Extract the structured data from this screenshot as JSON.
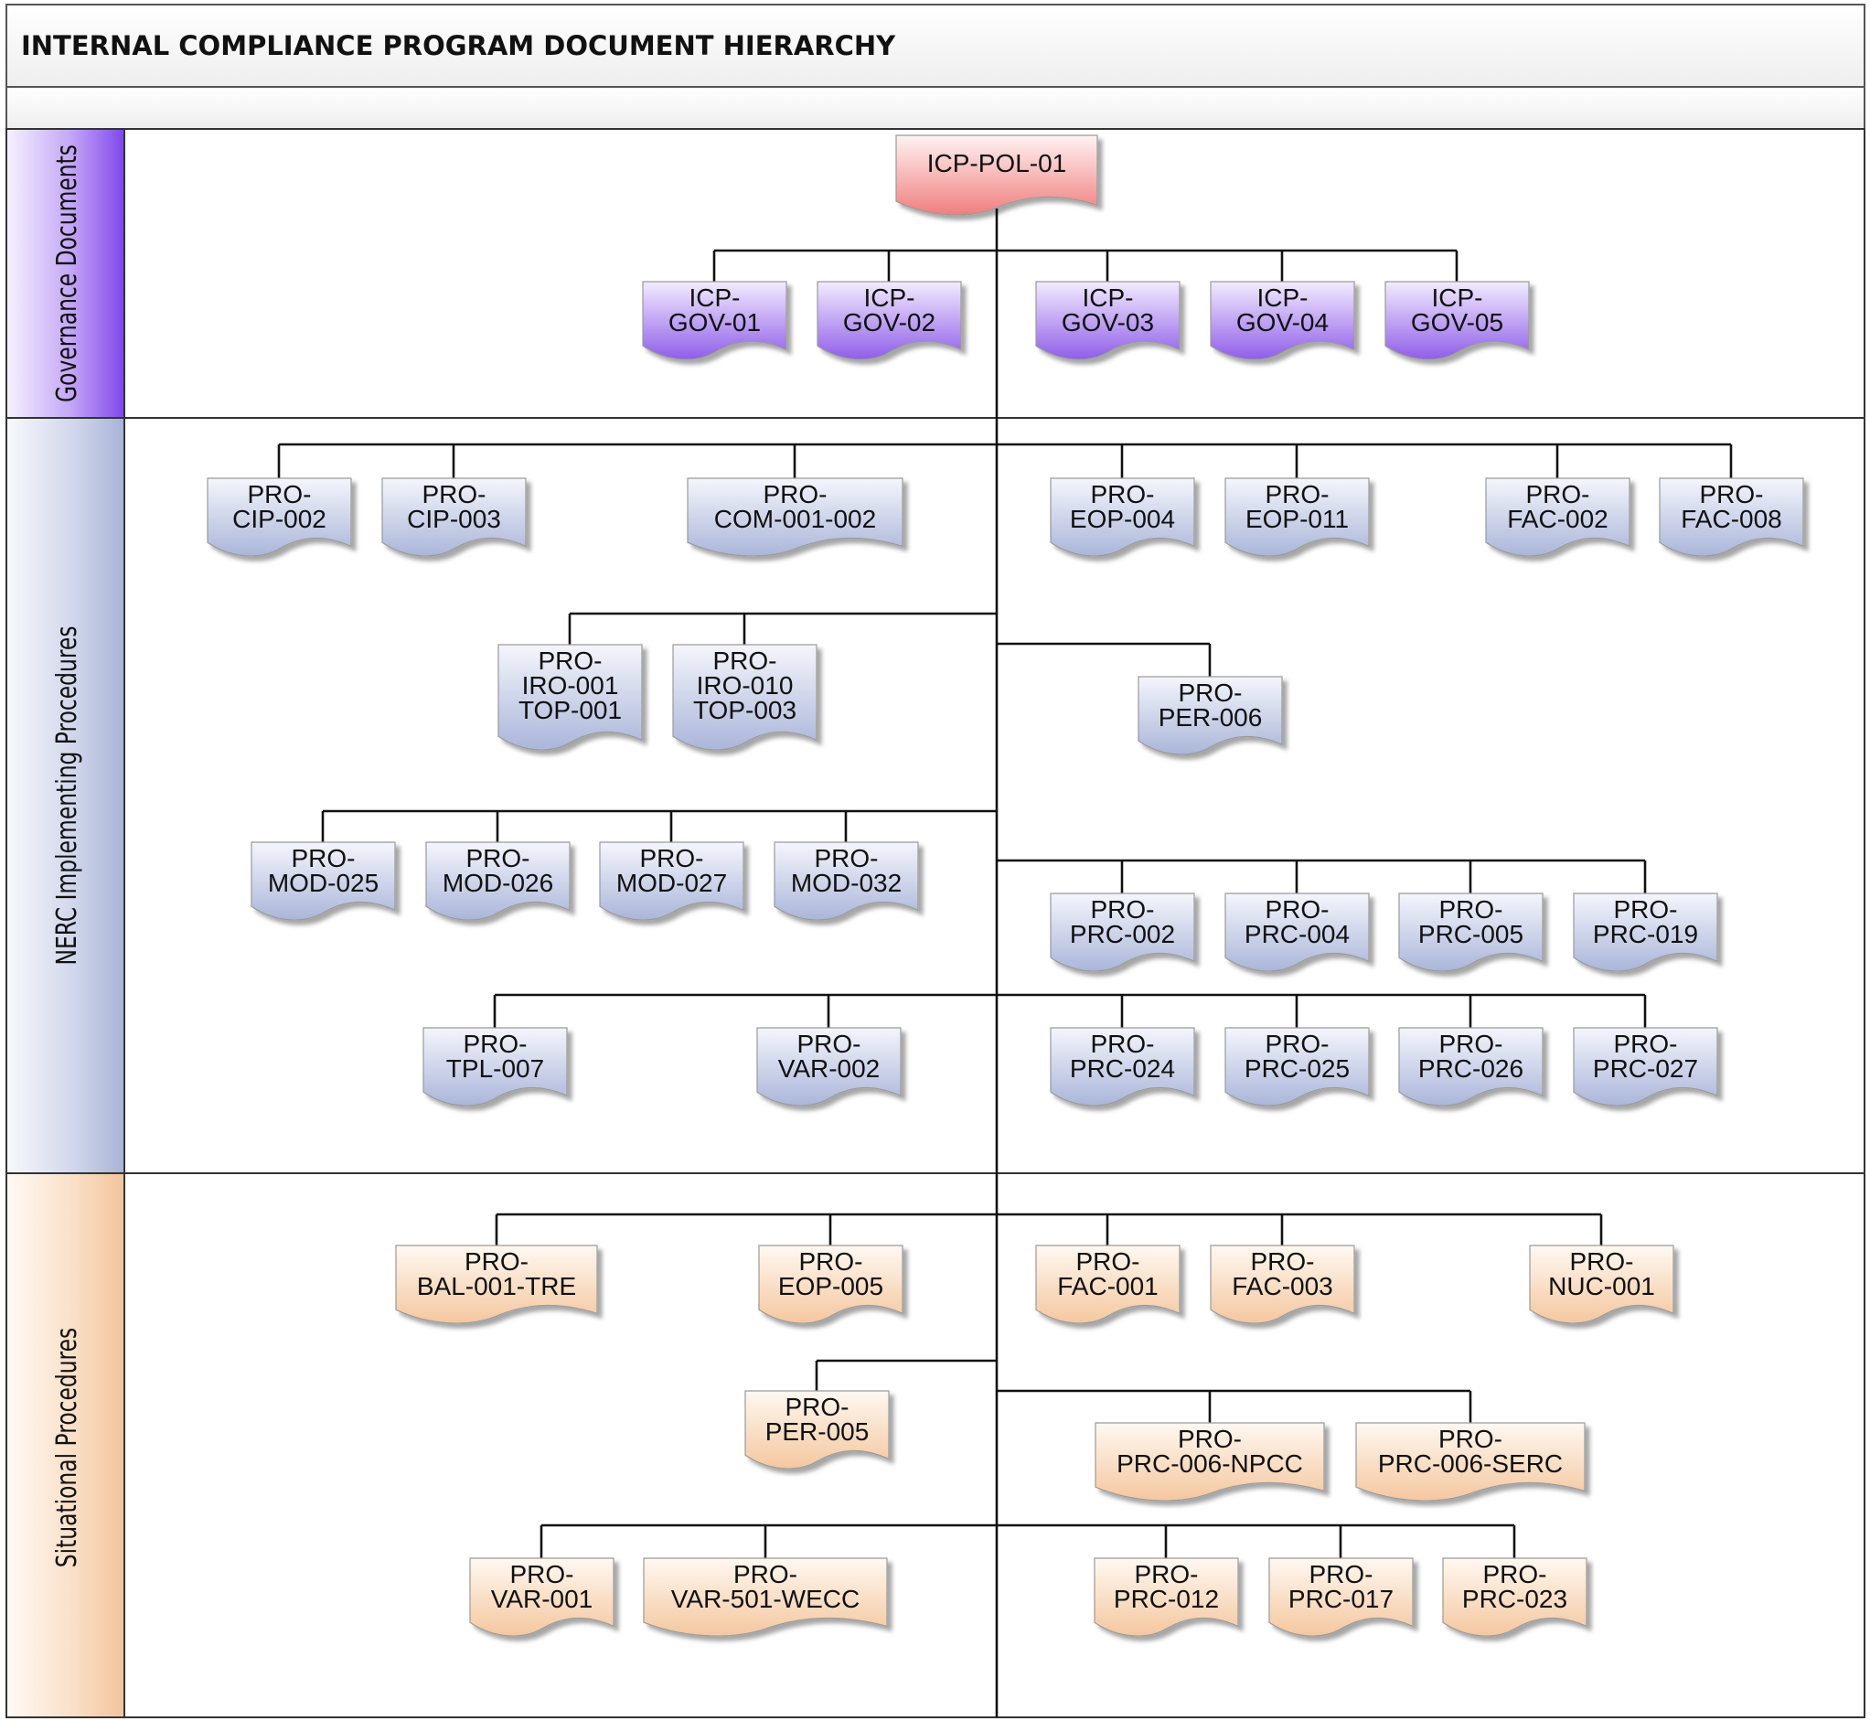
{
  "title": "INTERNAL COMPLIANCE PROGRAM DOCUMENT HIERARCHY",
  "colors": {
    "root": "#f28d8d",
    "governance": "#9966ee",
    "nerc": "#b4bedd",
    "situational": "#f6cda8",
    "line": "#111111"
  },
  "lanes": [
    {
      "id": "governance",
      "label": "Governance Documents"
    },
    {
      "id": "nerc",
      "label": "NERC Implementing Procedures"
    },
    {
      "id": "situational",
      "label": "Situational Procedures"
    }
  ],
  "documents": [
    {
      "id": "root",
      "lane": "root",
      "lines": [
        "ICP-POL-01"
      ]
    },
    {
      "id": "gov01",
      "lane": "governance",
      "lines": [
        "ICP-",
        "GOV-01"
      ]
    },
    {
      "id": "gov02",
      "lane": "governance",
      "lines": [
        "ICP-",
        "GOV-02"
      ]
    },
    {
      "id": "gov03",
      "lane": "governance",
      "lines": [
        "ICP-",
        "GOV-03"
      ]
    },
    {
      "id": "gov04",
      "lane": "governance",
      "lines": [
        "ICP-",
        "GOV-04"
      ]
    },
    {
      "id": "gov05",
      "lane": "governance",
      "lines": [
        "ICP-",
        "GOV-05"
      ]
    },
    {
      "id": "cip002",
      "lane": "nerc",
      "lines": [
        "PRO-",
        "CIP-002"
      ]
    },
    {
      "id": "cip003",
      "lane": "nerc",
      "lines": [
        "PRO-",
        "CIP-003"
      ]
    },
    {
      "id": "com001",
      "lane": "nerc",
      "lines": [
        "PRO-",
        "COM-001-002"
      ]
    },
    {
      "id": "eop004",
      "lane": "nerc",
      "lines": [
        "PRO-",
        "EOP-004"
      ]
    },
    {
      "id": "eop011",
      "lane": "nerc",
      "lines": [
        "PRO-",
        "EOP-011"
      ]
    },
    {
      "id": "fac002",
      "lane": "nerc",
      "lines": [
        "PRO-",
        "FAC-002"
      ]
    },
    {
      "id": "fac008",
      "lane": "nerc",
      "lines": [
        "PRO-",
        "FAC-008"
      ]
    },
    {
      "id": "iro001",
      "lane": "nerc",
      "lines": [
        "PRO-",
        "IRO-001",
        "TOP-001"
      ]
    },
    {
      "id": "iro010",
      "lane": "nerc",
      "lines": [
        "PRO-",
        "IRO-010",
        "TOP-003"
      ]
    },
    {
      "id": "per006",
      "lane": "nerc",
      "lines": [
        "PRO-",
        "PER-006"
      ]
    },
    {
      "id": "mod025",
      "lane": "nerc",
      "lines": [
        "PRO-",
        "MOD-025"
      ]
    },
    {
      "id": "mod026",
      "lane": "nerc",
      "lines": [
        "PRO-",
        "MOD-026"
      ]
    },
    {
      "id": "mod027",
      "lane": "nerc",
      "lines": [
        "PRO-",
        "MOD-027"
      ]
    },
    {
      "id": "mod032",
      "lane": "nerc",
      "lines": [
        "PRO-",
        "MOD-032"
      ]
    },
    {
      "id": "prc002",
      "lane": "nerc",
      "lines": [
        "PRO-",
        "PRC-002"
      ]
    },
    {
      "id": "prc004",
      "lane": "nerc",
      "lines": [
        "PRO-",
        "PRC-004"
      ]
    },
    {
      "id": "prc005",
      "lane": "nerc",
      "lines": [
        "PRO-",
        "PRC-005"
      ]
    },
    {
      "id": "prc019",
      "lane": "nerc",
      "lines": [
        "PRO-",
        "PRC-019"
      ]
    },
    {
      "id": "tpl007",
      "lane": "nerc",
      "lines": [
        "PRO-",
        "TPL-007"
      ]
    },
    {
      "id": "var002",
      "lane": "nerc",
      "lines": [
        "PRO-",
        "VAR-002"
      ]
    },
    {
      "id": "prc024",
      "lane": "nerc",
      "lines": [
        "PRO-",
        "PRC-024"
      ]
    },
    {
      "id": "prc025",
      "lane": "nerc",
      "lines": [
        "PRO-",
        "PRC-025"
      ]
    },
    {
      "id": "prc026",
      "lane": "nerc",
      "lines": [
        "PRO-",
        "PRC-026"
      ]
    },
    {
      "id": "prc027",
      "lane": "nerc",
      "lines": [
        "PRO-",
        "PRC-027"
      ]
    },
    {
      "id": "bal001",
      "lane": "situational",
      "lines": [
        "PRO-",
        "BAL-001-TRE"
      ]
    },
    {
      "id": "eop005",
      "lane": "situational",
      "lines": [
        "PRO-",
        "EOP-005"
      ]
    },
    {
      "id": "fac001",
      "lane": "situational",
      "lines": [
        "PRO-",
        "FAC-001"
      ]
    },
    {
      "id": "fac003",
      "lane": "situational",
      "lines": [
        "PRO-",
        "FAC-003"
      ]
    },
    {
      "id": "nuc001",
      "lane": "situational",
      "lines": [
        "PRO-",
        "NUC-001"
      ]
    },
    {
      "id": "per005",
      "lane": "situational",
      "lines": [
        "PRO-",
        "PER-005"
      ]
    },
    {
      "id": "prc006npcc",
      "lane": "situational",
      "lines": [
        "PRO-",
        "PRC-006-NPCC"
      ]
    },
    {
      "id": "prc006serc",
      "lane": "situational",
      "lines": [
        "PRO-",
        "PRC-006-SERC"
      ]
    },
    {
      "id": "var001",
      "lane": "situational",
      "lines": [
        "PRO-",
        "VAR-001"
      ]
    },
    {
      "id": "var501",
      "lane": "situational",
      "lines": [
        "PRO-",
        "VAR-501-WECC"
      ]
    },
    {
      "id": "prc012",
      "lane": "situational",
      "lines": [
        "PRO-",
        "PRC-012"
      ]
    },
    {
      "id": "prc017",
      "lane": "situational",
      "lines": [
        "PRO-",
        "PRC-017"
      ]
    },
    {
      "id": "prc023",
      "lane": "situational",
      "lines": [
        "PRO-",
        "PRC-023"
      ]
    }
  ]
}
